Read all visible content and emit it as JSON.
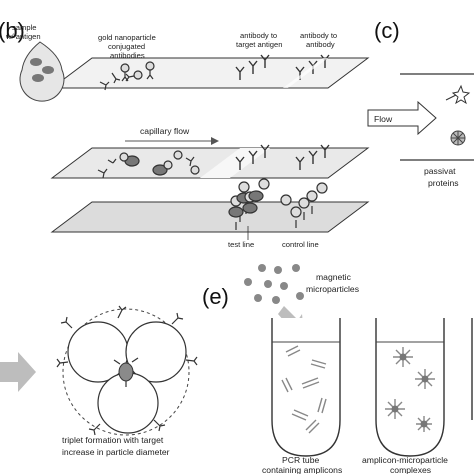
{
  "panels": {
    "b": {
      "label": "(b)",
      "sample_line1": "sample",
      "sample_line2": "w/ antigen",
      "gold_line1": "gold nanoparticle",
      "gold_line2": "conjugated",
      "gold_line3": "antibodies",
      "ab_target_line1": "antibody to",
      "ab_target_line2": "target antigen",
      "ab_ab_line1": "antibody to",
      "ab_ab_line2": "antibody",
      "capillary_flow": "capillary flow",
      "test_line": "test line",
      "control_line": "control line"
    },
    "c": {
      "label": "(c)",
      "flow": "Flow",
      "passivat": "passivat",
      "proteins": "proteins"
    },
    "d": {
      "triplet_line1": "triplet formation with target",
      "triplet_line2": "increase in particle diameter"
    },
    "e": {
      "label": "(e)",
      "magnetic_line1": "magnetic",
      "magnetic_line2": "microparticles",
      "pcr_line1": "PCR tube",
      "pcr_line2": "containing amplicons",
      "complex_line1": "amplicon-microparticle",
      "complex_line2": "complexes"
    }
  },
  "colors": {
    "strip_fill": "#eeeeee",
    "dark_particle": "#777777",
    "light_particle": "#d9d9d9",
    "arrow_gray": "#bdbdbd"
  }
}
